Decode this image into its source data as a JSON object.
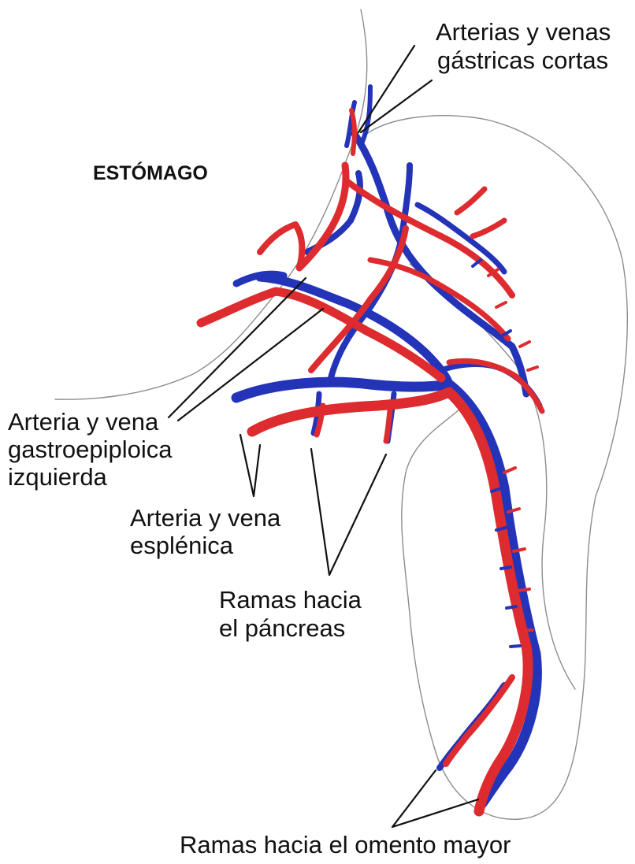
{
  "colors": {
    "artery": "#dd2b2f",
    "vein": "#2434b8",
    "outline": "#8d8d8d",
    "leader": "#111111",
    "background": "#ffffff"
  },
  "labels": {
    "stomach": "ESTÓMAGO",
    "short_gastric": [
      "Arterias y venas",
      "gástricas cortas"
    ],
    "gastroepiploic": [
      "Arteria y vena",
      "gastroepiploica",
      "izquierda"
    ],
    "splenic": [
      "Arteria y vena",
      "esplénica"
    ],
    "pancreas": [
      "Ramas hacia",
      "el páncreas"
    ],
    "omentum": "Ramas hacia el omento mayor"
  }
}
